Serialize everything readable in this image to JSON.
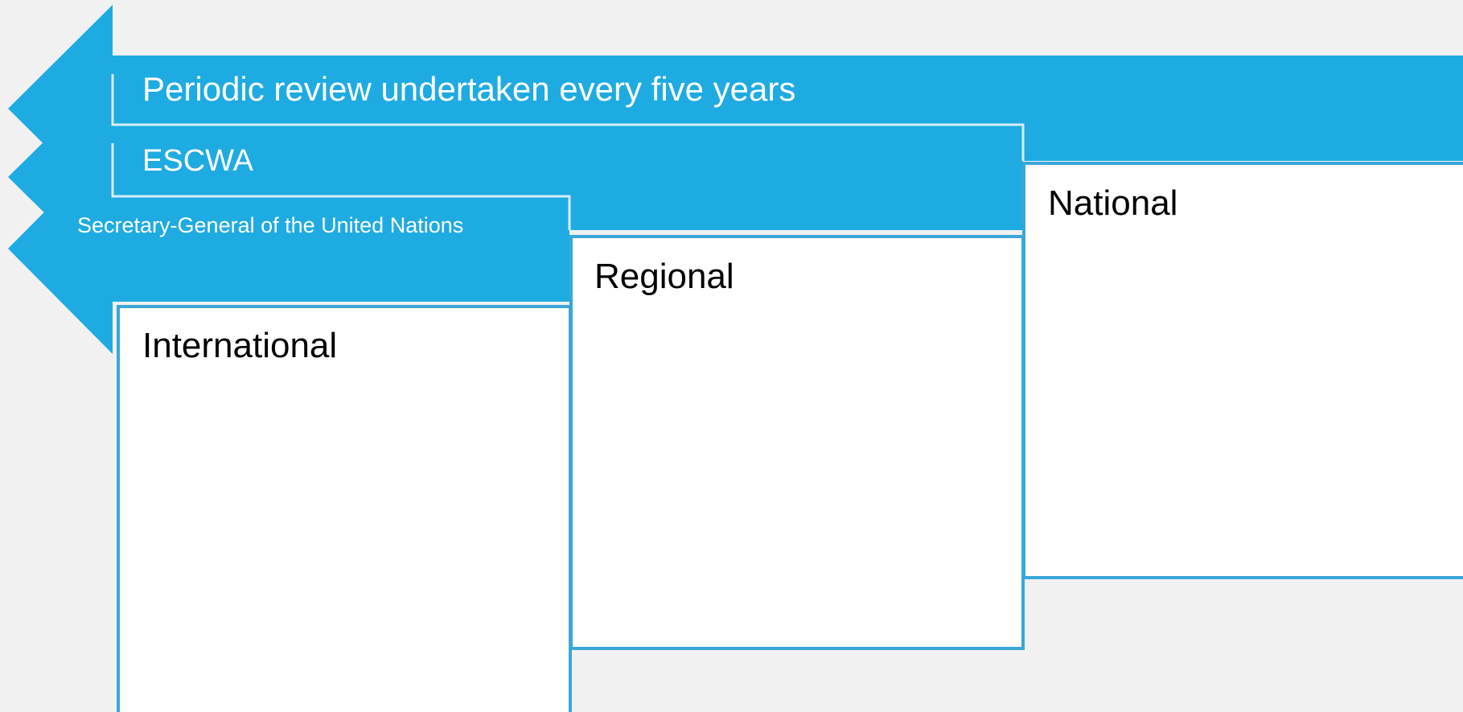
{
  "colors": {
    "background": "#f1f1f1",
    "arrow_fill": "#1eabe2",
    "box_border": "#3aa7d8",
    "box_fill": "#ffffff",
    "separator": "#d7eef8"
  },
  "diagram": {
    "arrows": [
      {
        "id": "periodic-review",
        "label": "Periodic review undertaken every five years"
      },
      {
        "id": "escwa",
        "label": "ESCWA"
      },
      {
        "id": "secretary-general",
        "label": "Secretary-General of the United Nations"
      }
    ],
    "levels": [
      {
        "id": "international",
        "label": "International"
      },
      {
        "id": "regional",
        "label": "Regional"
      },
      {
        "id": "national",
        "label": "National"
      }
    ]
  }
}
